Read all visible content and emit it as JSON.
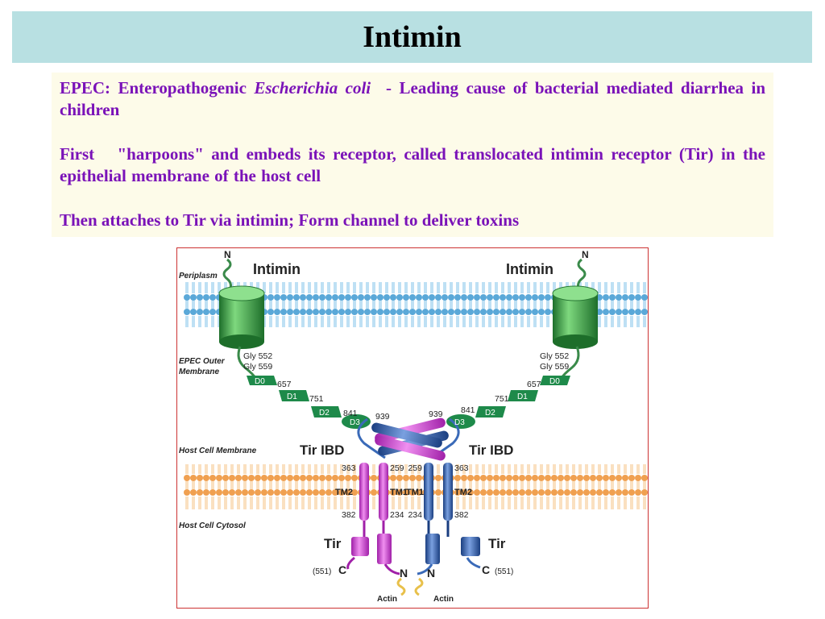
{
  "title": "Intimin",
  "paragraphs": {
    "p1": {
      "prefix": "EPEC: Enteropathogenic ",
      "italic": "Escherichia coli",
      "suffix": "  - Leading cause of bacterial mediated diarrhea in children"
    },
    "p2": "First   \"harpoons\" and embeds its receptor, called translocated intimin receptor (Tir) in the epithelial membrane of the host cell",
    "p3": "Then attaches to Tir via intimin; Form channel to deliver toxins"
  },
  "diagram": {
    "regions": {
      "periplasm": "Periplasm",
      "epec_outer_1": "EPEC Outer",
      "epec_outer_2": "Membrane",
      "host_membrane": "Host Cell Membrane",
      "host_cytosol": "Host Cell Cytosol"
    },
    "intimin_left": "Intimin",
    "intimin_right": "Intimin",
    "n_left": "N",
    "n_right": "N",
    "gly552": "Gly 552",
    "gly559": "Gly 559",
    "d0": "D0",
    "d1": "D1",
    "d2": "D2",
    "d3": "D3",
    "r657": "657",
    "r751": "751",
    "r841": "841",
    "r939": "939",
    "tir_ibd": "Tir IBD",
    "tm1": "TM1",
    "tm2": "TM2",
    "r363": "363",
    "r259": "259",
    "r382": "382",
    "r234": "234",
    "tir": "Tir",
    "c_term": "C",
    "n_term": "N",
    "r551": "(551)",
    "actin": "Actin",
    "colors": {
      "membrane_blue": "#5aa8d8",
      "membrane_orange": "#f0a050",
      "intimin_green": "#2e9a3e",
      "tir_magenta": "#d63ad6",
      "tir_blue": "#2a5aa8"
    }
  }
}
